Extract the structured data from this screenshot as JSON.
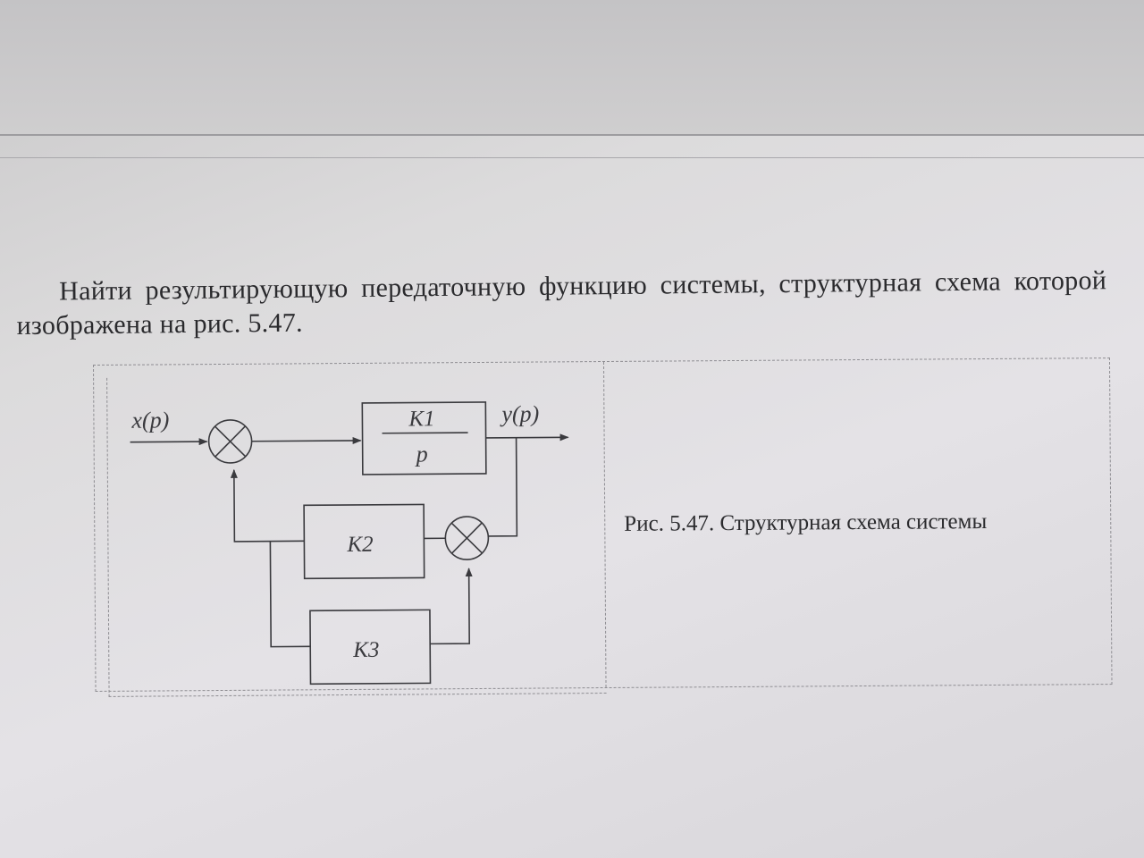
{
  "task": {
    "text": "Найти результирующую передаточную функцию системы, структурная схема которой изображена на рис. 5.47."
  },
  "figure": {
    "caption": "Рис. 5.47. Структурная схема системы",
    "input_label": "x(p)",
    "output_label": "y(p)",
    "block1_numerator": "K1",
    "block1_denominator": "p",
    "block2_label": "K2",
    "block3_label": "K3"
  },
  "colors": {
    "line": "#3a3a3e"
  }
}
